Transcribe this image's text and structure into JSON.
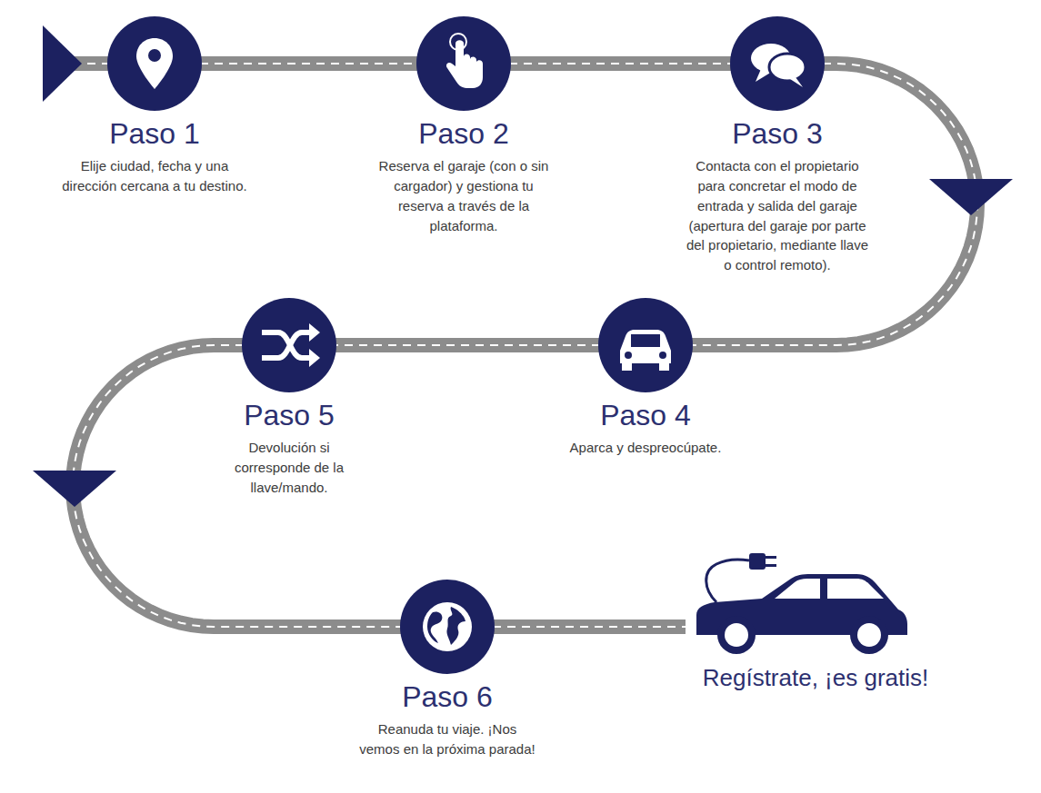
{
  "diagram": {
    "nodes": [
      {
        "text": [
          "Paso 1",
          "Elije ciudad, fecha y una dirección cercana a tu destino."
        ]
      },
      {
        "text": [
          "Paso 2",
          "Reserva el garaje (con o sin cargador) y gestiona tu reserva a través de la plataforma."
        ]
      },
      {
        "text": [
          "Paso 3",
          "Contacta con el propietario para concretar el modo de entrada y salida del garaje (apertura del garaje por parte del propietario, mediante llave o control remoto)."
        ]
      },
      {
        "text": [
          "Paso 4",
          "Aparca y despreocúpate."
        ]
      },
      {
        "text": [
          "Paso 5",
          "Devolución si corresponde de la llave/mando."
        ]
      },
      {
        "text": [
          "Paso 6",
          "Reanuda tu viaje. ¡Nos vemos en la próxima parada!"
        ]
      },
      {
        "text": [
          "Regístrate, ¡es gratis!"
        ]
      }
    ],
    "edges": [
      {
        "from": 0,
        "to": 1,
        "arrow": "none"
      },
      {
        "from": 1,
        "to": 2,
        "arrow": "none"
      },
      {
        "from": 2,
        "to": 3,
        "arrow": "none"
      },
      {
        "from": 3,
        "to": 4,
        "arrow": "none"
      },
      {
        "from": 4,
        "to": 5,
        "arrow": "none"
      },
      {
        "from": 5,
        "to": 6,
        "arrow": "none"
      }
    ]
  }
}
